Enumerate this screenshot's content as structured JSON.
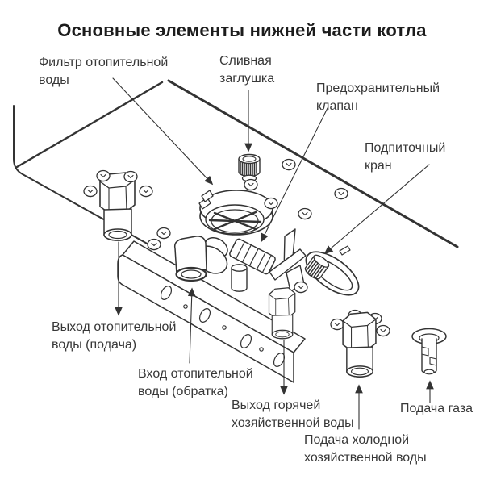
{
  "title": "Основные элементы нижней части котла",
  "labels": {
    "filter": {
      "lines": [
        "Фильтр отопительной",
        "воды"
      ]
    },
    "drain_plug": {
      "lines": [
        "Сливная",
        "заглушка"
      ]
    },
    "safety_valve": {
      "lines": [
        "Предохранительный",
        "клапан"
      ]
    },
    "makeup_tap": {
      "lines": [
        "Подпиточный",
        "кран"
      ]
    },
    "heating_water_out": {
      "lines": [
        "Выход отопительной",
        "воды (подача)"
      ]
    },
    "heating_water_in": {
      "lines": [
        "Вход отопительной",
        "воды (обратка)"
      ]
    },
    "dhw_hot_out": {
      "lines": [
        "Выход горячей",
        "хозяйственной воды"
      ]
    },
    "dhw_cold_in": {
      "lines": [
        "Подача холодной",
        "хозяйственной воды"
      ]
    },
    "gas_supply": {
      "lines": [
        "Подача газа"
      ]
    }
  },
  "colors": {
    "line": "#333333",
    "text": "#383838",
    "title": "#1c1c1c",
    "background": "#ffffff"
  }
}
